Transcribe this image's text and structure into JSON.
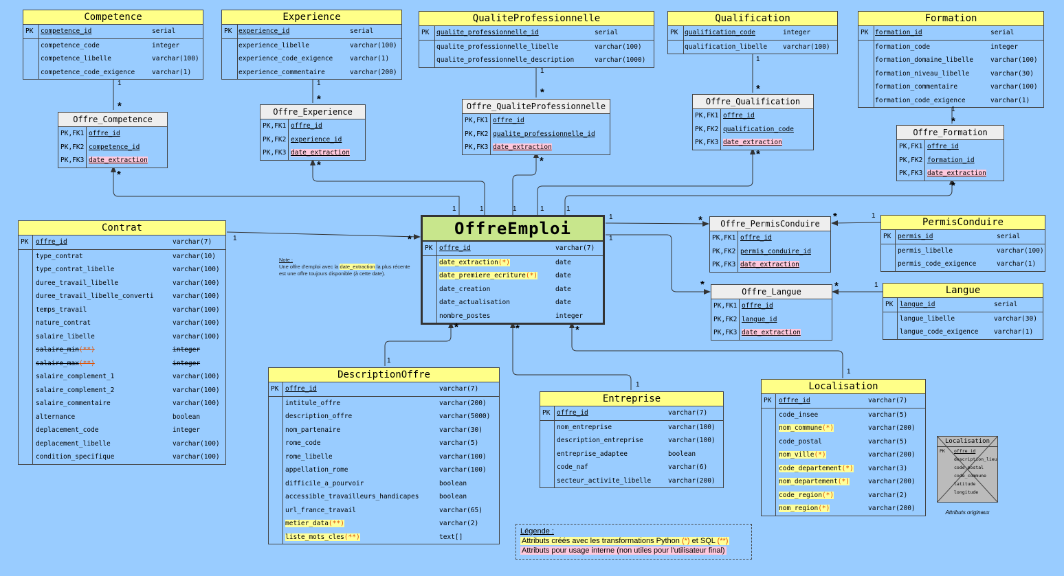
{
  "colors": {
    "background": "#99ccff",
    "entity_title": "#ffff88",
    "association_title": "#eeeeee",
    "main_title": "#c8e68c",
    "created_attribute": "#ffff99",
    "internal_attribute": "#ffc8dc",
    "marker": "#e05000"
  },
  "entities": [
    {
      "id": "competence",
      "name": "Competence",
      "kind": "entity",
      "pk": [
        {
          "key": "PK",
          "name": "competence_id",
          "type": "serial"
        }
      ],
      "attrs": [
        {
          "name": "competence_code",
          "type": "integer"
        },
        {
          "name": "competence_libelle",
          "type": "varchar(100)"
        },
        {
          "name": "competence_code_exigence",
          "type": "varchar(1)"
        }
      ]
    },
    {
      "id": "experience",
      "name": "Experience",
      "kind": "entity",
      "pk": [
        {
          "key": "PK",
          "name": "experience_id",
          "type": "serial"
        }
      ],
      "attrs": [
        {
          "name": "experience_libelle",
          "type": "varchar(100)"
        },
        {
          "name": "experience_code_exigence",
          "type": "varchar(1)"
        },
        {
          "name": "experience_commentaire",
          "type": "varchar(200)"
        }
      ]
    },
    {
      "id": "qualitepro",
      "name": "QualiteProfessionnelle",
      "kind": "entity",
      "pk": [
        {
          "key": "PK",
          "name": "qualite_professionnelle_id",
          "type": "serial"
        }
      ],
      "attrs": [
        {
          "name": "qualite_professionnelle_libelle",
          "type": "varchar(100)"
        },
        {
          "name": "qualite_professionnelle_description",
          "type": "varchar(1000)"
        }
      ]
    },
    {
      "id": "qualification",
      "name": "Qualification",
      "kind": "entity",
      "pk": [
        {
          "key": "PK",
          "name": "qualification_code",
          "type": "integer"
        }
      ],
      "attrs": [
        {
          "name": "qualification_libelle",
          "type": "varchar(100)"
        }
      ]
    },
    {
      "id": "formation",
      "name": "Formation",
      "kind": "entity",
      "pk": [
        {
          "key": "PK",
          "name": "formation_id",
          "type": "serial"
        }
      ],
      "attrs": [
        {
          "name": "formation_code",
          "type": "integer"
        },
        {
          "name": "formation_domaine_libelle",
          "type": "varchar(100)"
        },
        {
          "name": "formation_niveau_libelle",
          "type": "varchar(30)"
        },
        {
          "name": "formation_commentaire",
          "type": "varchar(100)"
        },
        {
          "name": "formation_code_exigence",
          "type": "varchar(1)"
        }
      ]
    },
    {
      "id": "offre_competence",
      "name": "Offre_Competence",
      "kind": "assoc",
      "pk": [
        {
          "key": "PK,FK1",
          "name": "offre_id"
        },
        {
          "key": "PK,FK2",
          "name": "competence_id"
        },
        {
          "key": "PK,FK3",
          "name": "date_extraction",
          "mark": "internal"
        }
      ],
      "attrs": []
    },
    {
      "id": "offre_experience",
      "name": "Offre_Experience",
      "kind": "assoc",
      "pk": [
        {
          "key": "PK,FK1",
          "name": "offre_id"
        },
        {
          "key": "PK,FK2",
          "name": "experience_id"
        },
        {
          "key": "PK,FK3",
          "name": "date_extraction",
          "mark": "internal"
        }
      ],
      "attrs": []
    },
    {
      "id": "offre_qualitepro",
      "name": "Offre_QualiteProfessionnelle",
      "kind": "assoc",
      "pk": [
        {
          "key": "PK,FK1",
          "name": "offre_id"
        },
        {
          "key": "PK,FK2",
          "name": "qualite_professionnelle_id"
        },
        {
          "key": "PK,FK3",
          "name": "date_extraction",
          "mark": "internal"
        }
      ],
      "attrs": []
    },
    {
      "id": "offre_qualification",
      "name": "Offre_Qualification",
      "kind": "assoc",
      "pk": [
        {
          "key": "PK,FK1",
          "name": "offre_id"
        },
        {
          "key": "PK,FK2",
          "name": "qualification_code"
        },
        {
          "key": "PK,FK3",
          "name": "date_extraction",
          "mark": "internal"
        }
      ],
      "attrs": []
    },
    {
      "id": "offre_formation",
      "name": "Offre_Formation",
      "kind": "assoc",
      "pk": [
        {
          "key": "PK,FK1",
          "name": "offre_id"
        },
        {
          "key": "PK,FK2",
          "name": "formation_id"
        },
        {
          "key": "PK,FK3",
          "name": "date_extraction",
          "mark": "internal"
        }
      ],
      "attrs": []
    },
    {
      "id": "contrat",
      "name": "Contrat",
      "kind": "entity",
      "pk": [
        {
          "key": "PK",
          "name": "offre_id",
          "type": "varchar(7)"
        }
      ],
      "attrs": [
        {
          "name": "type_contrat",
          "type": "varchar(10)"
        },
        {
          "name": "type_contrat_libelle",
          "type": "varchar(100)"
        },
        {
          "name": "duree_travail_libelle",
          "type": "varchar(100)"
        },
        {
          "name": "duree_travail_libelle_converti",
          "type": "varchar(100)"
        },
        {
          "name": "temps_travail",
          "type": "varchar(100)"
        },
        {
          "name": "nature_contrat",
          "type": "varchar(100)"
        },
        {
          "name": "salaire_libelle",
          "type": "varchar(100)"
        },
        {
          "name": "salaire_min",
          "type": "integer",
          "star": "(**)",
          "strike": true
        },
        {
          "name": "salaire_max",
          "type": "integer",
          "star": "(**)",
          "strike": true
        },
        {
          "name": "salaire_complement_1",
          "type": "varchar(100)"
        },
        {
          "name": "salaire_complement_2",
          "type": "varchar(100)"
        },
        {
          "name": "salaire_commentaire",
          "type": "varchar(100)"
        },
        {
          "name": "alternance",
          "type": "boolean"
        },
        {
          "name": "deplacement_code",
          "type": "integer"
        },
        {
          "name": "deplacement_libelle",
          "type": "varchar(100)"
        },
        {
          "name": "condition_specifique",
          "type": "varchar(100)"
        }
      ]
    },
    {
      "id": "offreemploi",
      "name": "OffreEmploi",
      "kind": "main",
      "pk": [
        {
          "key": "PK",
          "name": "offre_id",
          "type": "varchar(7)"
        }
      ],
      "attrs": [
        {
          "name": "date_extraction",
          "type": "date",
          "star": "(*)",
          "mark": "created"
        },
        {
          "name": "date_premiere_ecriture",
          "type": "date",
          "star": "(*)",
          "mark": "created"
        },
        {
          "name": "date_creation",
          "type": "date"
        },
        {
          "name": "date_actualisation",
          "type": "date"
        },
        {
          "name": "nombre_postes",
          "type": "integer"
        }
      ]
    },
    {
      "id": "offre_permis",
      "name": "Offre_PermisConduire",
      "kind": "assoc",
      "pk": [
        {
          "key": "PK,FK1",
          "name": "offre_id"
        },
        {
          "key": "PK,FK2",
          "name": "permis_conduire_id"
        },
        {
          "key": "PK,FK3",
          "name": "date_extraction",
          "mark": "internal"
        }
      ],
      "attrs": []
    },
    {
      "id": "permis",
      "name": "PermisConduire",
      "kind": "entity",
      "pk": [
        {
          "key": "PK",
          "name": "permis_id",
          "type": "serial"
        }
      ],
      "attrs": [
        {
          "name": "permis_libelle",
          "type": "varchar(100)"
        },
        {
          "name": "permis_code_exigence",
          "type": "varchar(1)"
        }
      ]
    },
    {
      "id": "offre_langue",
      "name": "Offre_Langue",
      "kind": "assoc",
      "pk": [
        {
          "key": "PK,FK1",
          "name": "offre_id"
        },
        {
          "key": "PK,FK2",
          "name": "langue_id"
        },
        {
          "key": "PK,FK3",
          "name": "date_extraction",
          "mark": "internal"
        }
      ],
      "attrs": []
    },
    {
      "id": "langue",
      "name": "Langue",
      "kind": "entity",
      "pk": [
        {
          "key": "PK",
          "name": "langue_id",
          "type": "serial"
        }
      ],
      "attrs": [
        {
          "name": "langue_libelle",
          "type": "varchar(30)"
        },
        {
          "name": "langue_code_exigence",
          "type": "varchar(1)"
        }
      ]
    },
    {
      "id": "description",
      "name": "DescriptionOffre",
      "kind": "entity",
      "pk": [
        {
          "key": "PK",
          "name": "offre_id",
          "type": "varchar(7)"
        }
      ],
      "attrs": [
        {
          "name": "intitule_offre",
          "type": "varchar(200)"
        },
        {
          "name": "description_offre",
          "type": "varchar(5000)"
        },
        {
          "name": "nom_partenaire",
          "type": "varchar(30)"
        },
        {
          "name": "rome_code",
          "type": "varchar(5)"
        },
        {
          "name": "rome_libelle",
          "type": "varchar(100)"
        },
        {
          "name": "appellation_rome",
          "type": "varchar(100)"
        },
        {
          "name": "difficile_a_pourvoir",
          "type": "boolean"
        },
        {
          "name": "accessible_travailleurs_handicapes",
          "type": "boolean"
        },
        {
          "name": "url_france_travail",
          "type": "varchar(65)"
        },
        {
          "name": "metier_data",
          "type": "varchar(2)",
          "star": "(**)",
          "mark": "created"
        },
        {
          "name": "liste_mots_cles",
          "type": "text[]",
          "star": "(**)",
          "mark": "created"
        }
      ]
    },
    {
      "id": "entreprise",
      "name": "Entreprise",
      "kind": "entity",
      "pk": [
        {
          "key": "PK",
          "name": "offre_id",
          "type": "varchar(7)"
        }
      ],
      "attrs": [
        {
          "name": "nom_entreprise",
          "type": "varchar(100)"
        },
        {
          "name": "description_entreprise",
          "type": "varchar(100)"
        },
        {
          "name": "entreprise_adaptee",
          "type": "boolean"
        },
        {
          "name": "code_naf",
          "type": "varchar(6)"
        },
        {
          "name": "secteur_activite_libelle",
          "type": "varchar(200)"
        }
      ]
    },
    {
      "id": "localisation",
      "name": "Localisation",
      "kind": "entity",
      "pk": [
        {
          "key": "PK",
          "name": "offre_id",
          "type": "varchar(7)"
        }
      ],
      "attrs": [
        {
          "name": "code_insee",
          "type": "varchar(5)"
        },
        {
          "name": "nom_commune",
          "type": "varchar(200)",
          "star": "(*)",
          "mark": "created"
        },
        {
          "name": "code_postal",
          "type": "varchar(5)"
        },
        {
          "name": "nom_ville",
          "type": "varchar(200)",
          "star": "(*)",
          "mark": "created"
        },
        {
          "name": "code_departement",
          "type": "varchar(3)",
          "star": "(*)",
          "mark": "created"
        },
        {
          "name": "nom_departement",
          "type": "varchar(200)",
          "star": "(*)",
          "mark": "created"
        },
        {
          "name": "code_region",
          "type": "varchar(2)",
          "star": "(*)",
          "mark": "created"
        },
        {
          "name": "nom_region",
          "type": "varchar(200)",
          "star": "(*)",
          "mark": "created"
        }
      ]
    }
  ],
  "cardinality": {
    "one": "1",
    "many": "*"
  },
  "note": {
    "title": "Note :",
    "before": "Une offre d'emploi avec la",
    "highlight": "date_extraction",
    "after": "la plus récente est une offre toujours disponible (à cette date)."
  },
  "legend": {
    "title": "Légende :",
    "line1_text": "Attributs créés avec les transformations Python",
    "line1_python": "(*)",
    "line1_and": "et SQL",
    "line1_sql": "(**)",
    "line2_text": "Attributs pour usage interne (non utiles pour l'utilisateur final)"
  },
  "original": {
    "title": "Localisation",
    "key": "PK",
    "rows": [
      "offre_id",
      "description_lieu",
      "code_postal",
      "code_commune",
      "latitude",
      "longitude"
    ],
    "caption": "Attributs originaux"
  }
}
